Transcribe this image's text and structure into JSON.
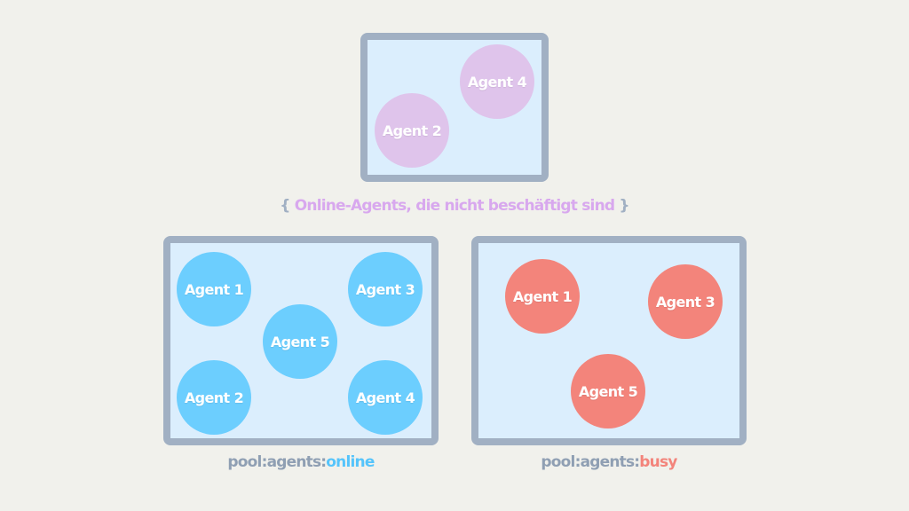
{
  "top_box": {
    "agents": [
      {
        "label": "Agent 4"
      },
      {
        "label": "Agent 2"
      }
    ]
  },
  "set_label": {
    "open_brace": "{",
    "text": "Online-Agents, die nicht beschäftigt sind",
    "close_brace": "}"
  },
  "online_box": {
    "agents": [
      {
        "label": "Agent 1"
      },
      {
        "label": "Agent 3"
      },
      {
        "label": "Agent 5"
      },
      {
        "label": "Agent 2"
      },
      {
        "label": "Agent 4"
      }
    ],
    "caption_prefix": "pool:agents:",
    "caption_suffix": "online"
  },
  "busy_box": {
    "agents": [
      {
        "label": "Agent 1"
      },
      {
        "label": "Agent 3"
      },
      {
        "label": "Agent 5"
      }
    ],
    "caption_prefix": "pool:agents:",
    "caption_suffix": "busy"
  },
  "colors": {
    "background": "#f1f1ec",
    "box_fill": "#dbeefd",
    "box_border": "#a1b0c3",
    "online_agent": "#6ccefe",
    "busy_agent": "#f3847b",
    "idle_agent": "#dfc4eb"
  }
}
